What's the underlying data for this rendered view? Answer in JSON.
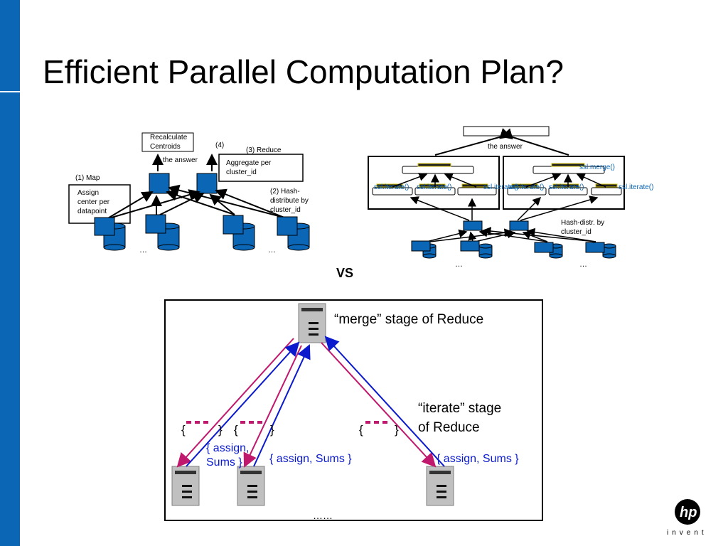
{
  "slide": {
    "title": "Efficient Parallel Computation Plan?",
    "vs_label": "VS"
  },
  "left_diagram": {
    "recalc_box": [
      "Recalculate",
      "Centroids"
    ],
    "step4_label": "(4)",
    "the_answer": "the answer",
    "reduce_label": "(3) Reduce",
    "aggregate_box": [
      "Aggregate per",
      "cluster_id"
    ],
    "map_label": "(1) Map",
    "assign_box": [
      "Assign",
      "center per",
      "datapoint"
    ],
    "hash_label": [
      "(2) Hash-",
      "distribute by",
      "cluster_id"
    ],
    "ellipsis": "…"
  },
  "right_diagram": {
    "the_answer": "the answer",
    "merge_label": "ssl.merge()",
    "iterate_label": "ssl.iterate()",
    "hash_label": [
      "Hash-distr. by",
      "cluster_id"
    ],
    "ellipsis": "…"
  },
  "bottom_diagram": {
    "merge_stage": "“merge” stage of Reduce",
    "iterate_stage": [
      "“iterate” stage",
      "of Reduce"
    ],
    "brace_open": "{",
    "brace_close": "}",
    "assign_sums_left": [
      "{ assign,",
      "Sums }"
    ],
    "assign_sums_mid": "{ assign, Sums }",
    "assign_sums_right": "{ assign, Sums }",
    "dots": "……"
  },
  "logo": {
    "text": "invent",
    "mark": "hp"
  },
  "colors": {
    "sidebar": "#0b66b6",
    "node_blue": "#0b66b6",
    "magenta": "#c0186c",
    "arrow_blue": "#0a1acc"
  }
}
